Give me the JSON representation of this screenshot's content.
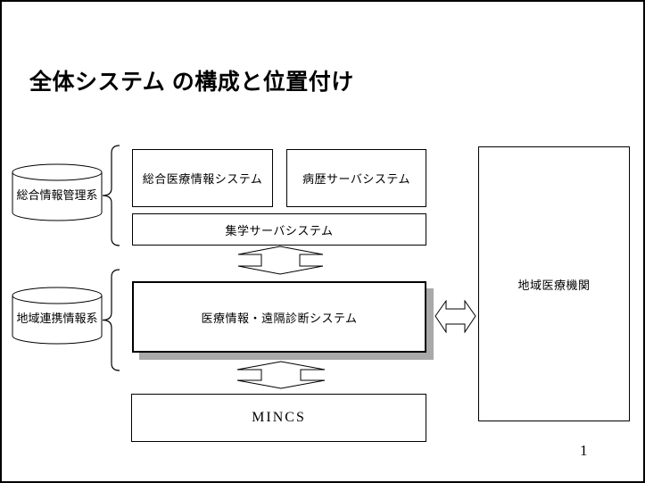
{
  "colors": {
    "line": "#000000",
    "background": "#ffffff",
    "shadow": "#a9a9a9"
  },
  "slide": {
    "title": "全体システム の構成と位置付け",
    "page_number": "1"
  },
  "cylinders": [
    {
      "label": "総合情報管理系"
    },
    {
      "label": "地域連携情報系"
    }
  ],
  "boxes": {
    "sogo_iryo_joho": "総合医療情報システム",
    "byoreki_server": "病歴サーバシステム",
    "shugaku_server": "集学サーバシステム",
    "iryo_joho_enkaku_shindan": "医療情報・遠隔診断システム",
    "mincs": "MINCS",
    "chiiki_iryo_kikan": "地域医療機関"
  },
  "icons": {
    "cylinder": "database-cylinder",
    "brace": "curly-brace",
    "vertical_arrow": "up-down-arrow",
    "horizontal_arrow": "left-right-arrow"
  }
}
